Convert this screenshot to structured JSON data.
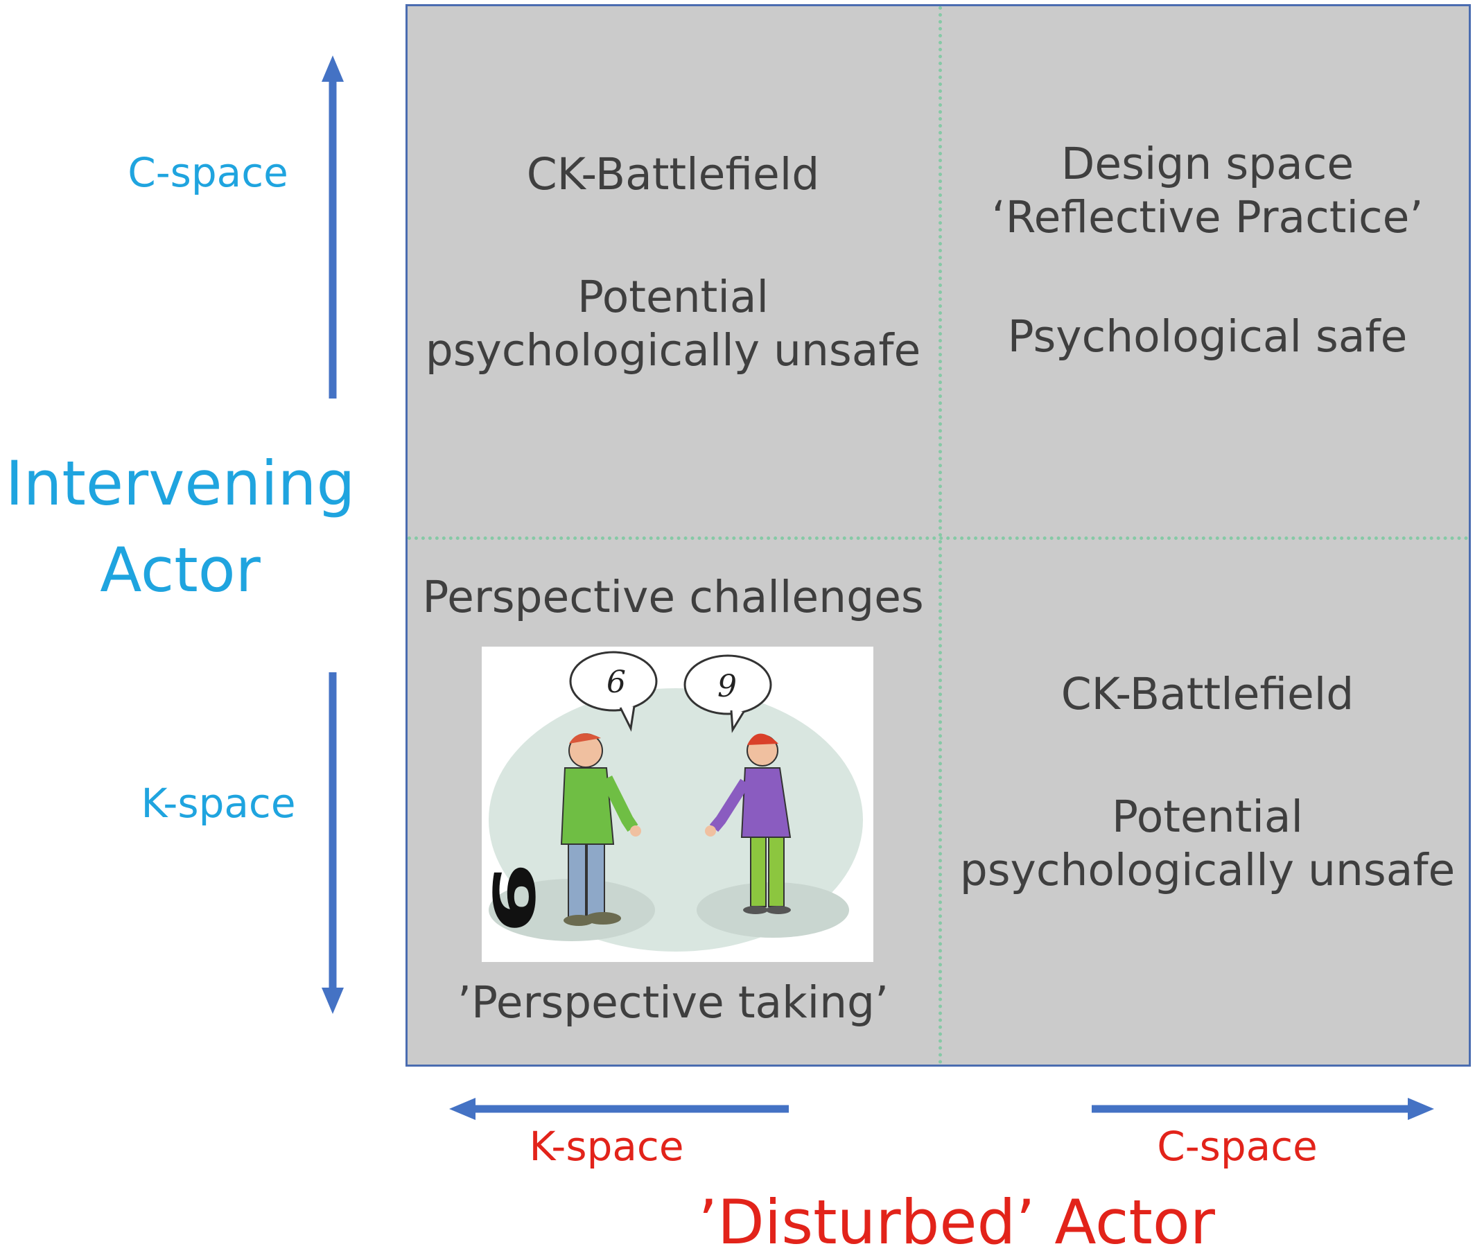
{
  "axes": {
    "y_title_line1": "Intervening",
    "y_title_line2": "Actor",
    "y_top_label": "C-space",
    "y_bottom_label": "K-space",
    "x_title": "’Disturbed’ Actor",
    "x_left_label": "K-space",
    "x_right_label": "C-space",
    "y_color": "#1fa4df",
    "x_color": "#e2231a",
    "arrow_color": "#4472c4"
  },
  "quadrants": {
    "top_left": {
      "title": "CK-Battlefield",
      "line1": "Potential",
      "line2": "psychologically unsafe"
    },
    "top_right": {
      "title_line1": "Design space",
      "title_line2": "‘Reflective Practice’",
      "line1": "Psychological safe"
    },
    "bottom_left": {
      "title": "Perspective challenges",
      "caption": "’Perspective taking’",
      "bubble_left": "6",
      "bubble_right": "9",
      "ground_number": "6"
    },
    "bottom_right": {
      "title": "CK-Battlefield",
      "line1": "Potential",
      "line2": "psychologically unsafe"
    }
  },
  "colors": {
    "matrix_fill": "#cbcbcb",
    "matrix_border": "#4a6cb0",
    "divider": "#86c9a6",
    "text": "#3f3f3f"
  }
}
